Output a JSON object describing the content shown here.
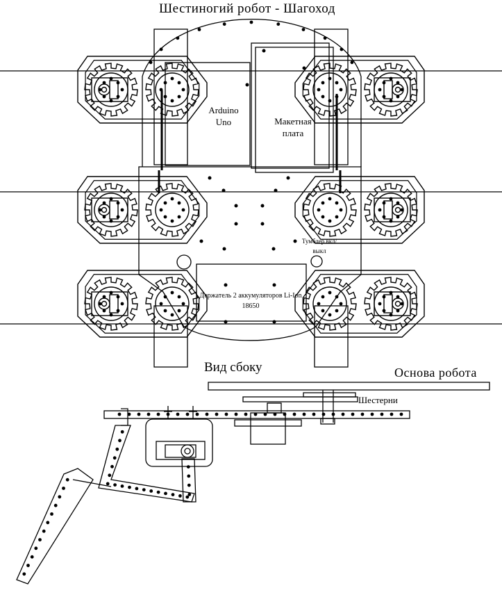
{
  "diagram": {
    "title": "Шестиногий робот - Шагоход",
    "side_view_label": "Вид сбоку",
    "base_label": "Основа робота",
    "gears_label": "Шестерни",
    "arduino_label": "Arduino Uno",
    "breadboard_label": "Макетная плата",
    "switch_label": "Тумблер вкл/выкл",
    "battery_label": "Держатель 2 аккумуляторов Li-Ion 18650"
  },
  "colors": {
    "line": "#000000",
    "background": "#ffffff"
  }
}
